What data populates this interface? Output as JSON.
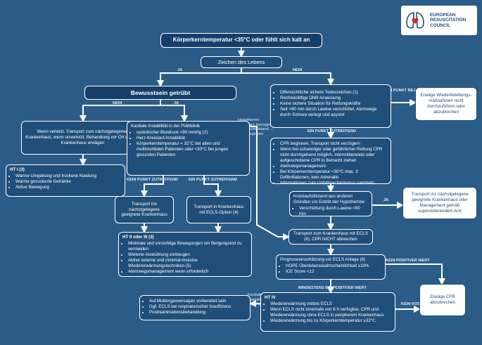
{
  "logo": {
    "line1": "EUROPEAN",
    "line2": "RESUSCITATION",
    "line3": "COUNCIL"
  },
  "start": "Körperkerntemperatur <35°C oder fühlt sich kalt an",
  "vital": "Zeichen des Lebens",
  "labels": {
    "ja1": "JA",
    "nein1": "NEIN",
    "nein2": "NEIN",
    "ja2": "JA",
    "punkt_bejaht": "EIN PUNKT BEJAHT",
    "punkt_zutreffend": "EIN PUNKT ZUTREFFEND",
    "kein_punkt": "KEIN PUNKT ZUTREFFEND",
    "ein_punkt": "EIN PUNKT ZUTREFFEND",
    "hypothermie": "Hypotherme bedingter, beeugter Kreislaufstillstand → CPR beginnen",
    "ja3": "JA",
    "kein_positiver": "KEIN POSITIVER WERT",
    "mindestens": "MINDESTENS EIN POSITIVER WERT",
    "kein_rosc": "KEIN ROSC",
    "kardiale": "Kardiale Instabilität beseitigt"
  },
  "conscious": "Bewusstsein getrübt",
  "transport_small": "Wenn verletzt, Transport zum nächstgelegenen Krankenhaus; wenn unverletzt, Behandlung vor Ort oder im Krankenhaus erwägen",
  "ht1": {
    "title": "HT I (3)",
    "items": [
      "Warme Umgebung und trockene Kleidung",
      "Warme gezuckerte Getränke",
      "Aktive Bewegung"
    ]
  },
  "cardiac": {
    "title": "Kardiale Instabilität in der Prähklinik",
    "items": [
      "systolischer Blutdruck <90 mmHg (2)",
      "Herz-Kreislauf-Instabilität",
      "Körperkerntemperatur < 32°C bei alten und multimorbiden Patienten oder <30°C bei jungen gesunden Patienten"
    ]
  },
  "transport_near": "Transport ins nächstgelegene geeignete Krankenhaus",
  "transport_ecls": "Transport in Krankenhaus mit ECLS-Option (4)",
  "ht23": {
    "title": "HT II oder III (3)",
    "items": [
      "Minimale und vorsichtige Bewegungen um Bergungstod zu vermeiden",
      "Weiterer Auskühlung vorbeugen",
      "Aktive externe und minimal-invasive Wiedererwärmungstechniken (5)",
      "Atemwegsmanagement   wenn erforderlich"
    ]
  },
  "death": {
    "items": [
      "Offensichtliche  sichere Todeszeichen (1)",
      "Rechtskräftige DNR Anweisung",
      "Keine sichere Situation für Rettungskräfte",
      "Seit >60 min durch Lawine verschüttet, Atemwege durch Schnee verlegt und asystol"
    ]
  },
  "stop": "Erwäge Wiederbelebungs-maßnahmen nicht durchzuführen oder abzubrechen",
  "cpr": {
    "items": [
      "CPR beginnen, Transport nicht verzögern",
      "Wenn bei schwieriger oder gefährlicher Rettung CPR nicht durchgehend möglich, intermittierende oder aufgeschobene CPR in Betracht ziehen",
      "Atemwegsmanagement",
      "Bei Körperkerntemperatur <30°C max. 3 Defibrillationen, kein Adrenalin",
      "Informationen zum Unfallmechanismus sammeln"
    ]
  },
  "arrest": {
    "title": "Kreislaufstillstand aus anderen Gründen vor Eintritt der Hypothermie",
    "items": [
      "Verschüttung durch Lawine <60 min"
    ]
  },
  "transport_right": "Transport ins nächstgelegene geeignete Krankenhaus oder Management gemäß supervidierendem Arzt",
  "ecls_transport": "Transport zum Krankenhaus mit ECLS (4); CPR NICHT abbrechen",
  "prog": {
    "title": "Prognoseeinschätzung vor ECLS Anlage (6)",
    "items": [
      "HOPE Überlebenswahrscheinlichkeit ≥10%",
      "ICE Score <12"
    ]
  },
  "stop2": "Erwäge CPR abzubrechen",
  "ht4": {
    "title": "HT IV",
    "items": [
      "Wiedererwärmung mittels ECLS",
      "Wenn ECLS nicht innerhalb von 6 h verfügbar, CPR und Wiedererwärmung ohne ECLS in peripherem Krankenhaus",
      "Wiedererwärmung bis zu Körperkerntemperatur ≥32°C"
    ]
  },
  "post": {
    "items": [
      "Auf Multiorganversagen vorbereitet sein",
      "Ggf. ECLS bei respiratorischer Insuffizienz",
      "Postreanimationsbehandlung"
    ]
  }
}
